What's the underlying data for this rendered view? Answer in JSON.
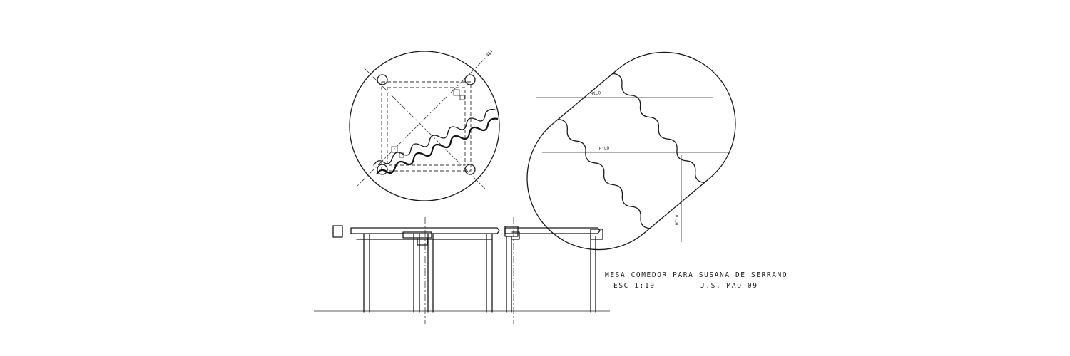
{
  "drawing": {
    "title_line1": "MESA COMEDOR PARA SUSANA DE SERRANO",
    "title_line2_scale": "ESC 1:10",
    "title_line2_author": "J.S. MAO 09",
    "grain_label": "HILO",
    "angle_label": "45°"
  }
}
